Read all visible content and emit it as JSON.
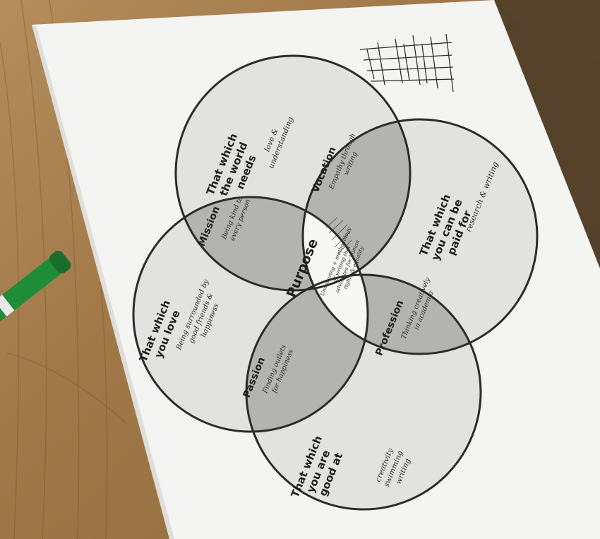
{
  "circles": {
    "world_needs": {
      "label_lines": [
        "That which",
        "the world",
        "needs"
      ],
      "note_lines": [
        "love &",
        "understanding"
      ]
    },
    "paid_for": {
      "label_lines": [
        "That which",
        "you can be",
        "paid for"
      ],
      "note_lines": [
        "research & writing"
      ]
    },
    "love": {
      "label_lines": [
        "That which",
        "you love"
      ],
      "note_lines": [
        "Being surrounded by",
        "good friends &",
        "happiness"
      ]
    },
    "good_at": {
      "label_lines": [
        "That which",
        "you are",
        "good at"
      ],
      "note_lines": [
        "creativity",
        "swimming",
        "writing"
      ]
    }
  },
  "overlaps": {
    "mission": {
      "label": "Mission",
      "note_lines": [
        "Being kind to",
        "every person"
      ]
    },
    "vocation": {
      "label": "Vocation",
      "note_lines": [
        "Empathy through",
        "writing"
      ]
    },
    "passion": {
      "label": "Passion",
      "note_lines": [
        "Finding outlets",
        "for happiness"
      ]
    },
    "profession": {
      "label": "Profession",
      "note_lines": [
        "Thinking creatively",
        "in academia"
      ]
    },
    "purpose": {
      "label": "Purpose",
      "note_lines": [
        "Uncovering + methodology",
        "of writing that",
        "advocates for human",
        "rights & equality"
      ]
    }
  },
  "colors": {
    "table": "#a07848",
    "paper": "#f4f4f2",
    "circle_fill": "#e2e2e0",
    "overlap_fill": "#b3b3b1",
    "center_fill": "#f7f7f5",
    "marker_body": "#1f8c3a",
    "marker_cap": "#e8e8e8"
  }
}
